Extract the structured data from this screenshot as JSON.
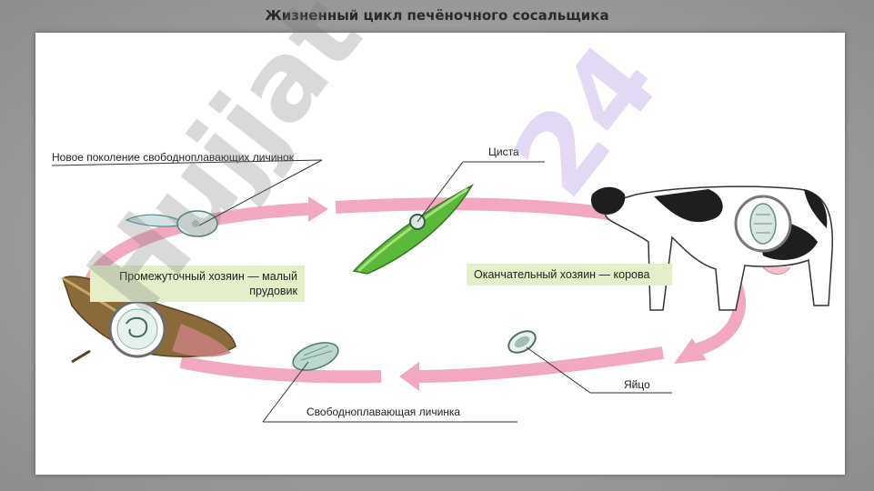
{
  "title": "Жизненный цикл печёночного сосальщика",
  "labels": {
    "new_generation": "Новое поколение свободноплавающих личинок",
    "cyst": "Циста",
    "intermediate_host": "Промежуточный хозяин — малый прудовик",
    "definitive_host": "Оканчательный хозяин — корова",
    "egg": "Яйцо",
    "free_larva": "Свободноплавающая личинка"
  },
  "watermark": {
    "part1": "Hujjat",
    "part2": "24"
  },
  "colors": {
    "cycle_arrow": "#f2a9bf",
    "label_box": "#e4efc9",
    "grass": "#5cb83a",
    "snail": "#8a6a3a"
  }
}
